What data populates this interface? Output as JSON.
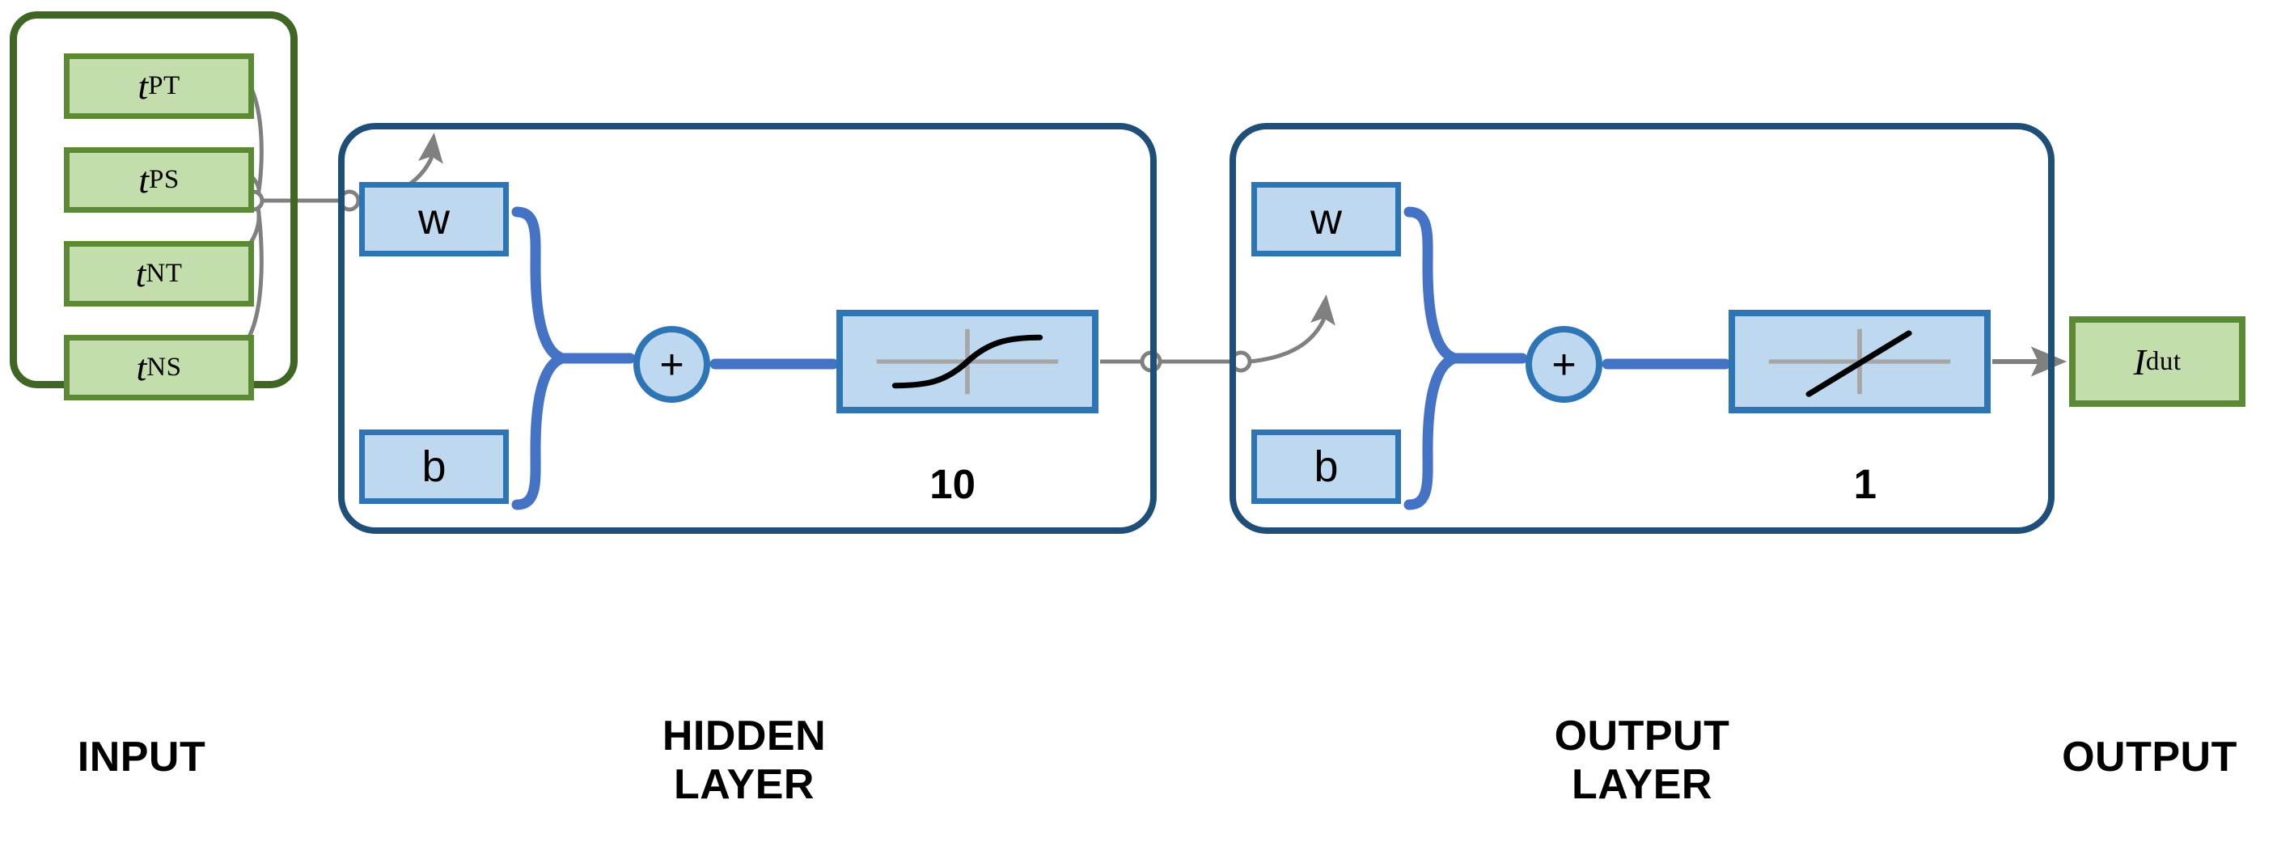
{
  "diagram": {
    "title": "Neural network architecture diagram",
    "colors": {
      "input_border": "#3f6624",
      "input_box_border": "#5a8a33",
      "input_box_fill": "#c4ddac",
      "layer_border": "#1f4e79",
      "param_border": "#2e75b6",
      "param_fill": "#bed9ef",
      "brace": "#4472c4",
      "wire": "#808080",
      "text": "#000000",
      "background": "#ffffff"
    }
  },
  "input": {
    "caption": "INPUT",
    "boxes": [
      {
        "var": "t",
        "sub": "PT"
      },
      {
        "var": "t",
        "sub": "PS"
      },
      {
        "var": "t",
        "sub": "NT"
      },
      {
        "var": "t",
        "sub": "NS"
      }
    ]
  },
  "hidden_layer": {
    "caption_line1": "HIDDEN",
    "caption_line2": "LAYER",
    "weight_label": "w",
    "bias_label": "b",
    "sum_label": "+",
    "neuron_count": "10",
    "activation": "tanh-sigmoid-icon"
  },
  "output_layer": {
    "caption_line1": "OUTPUT",
    "caption_line2": "LAYER",
    "weight_label": "w",
    "bias_label": "b",
    "sum_label": "+",
    "neuron_count": "1",
    "activation": "linear-icon"
  },
  "output": {
    "caption": "OUTPUT",
    "box": {
      "var": "I",
      "sub": "dut"
    }
  }
}
